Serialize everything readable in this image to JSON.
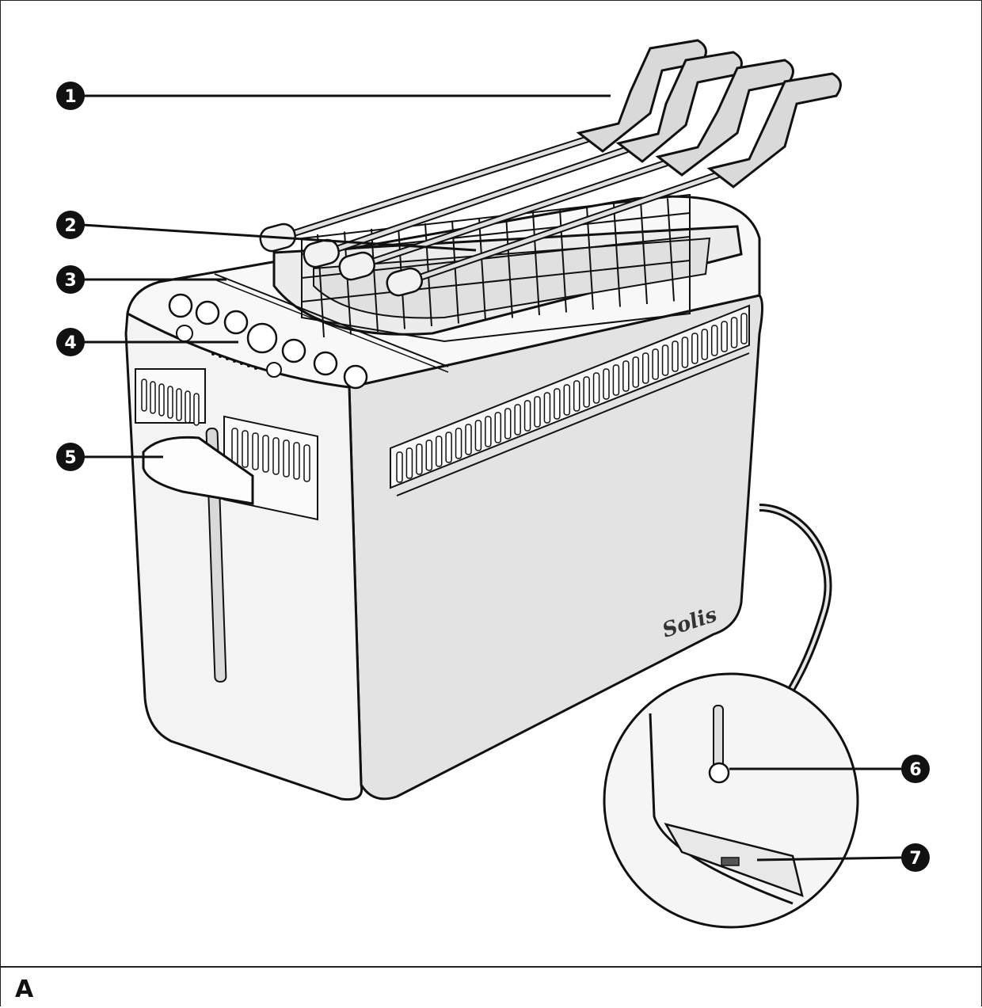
{
  "figure": {
    "caption": "A",
    "brand_logo": "Solis",
    "callouts": [
      {
        "number": "1"
      },
      {
        "number": "2"
      },
      {
        "number": "3"
      },
      {
        "number": "4"
      },
      {
        "number": "5"
      },
      {
        "number": "6"
      },
      {
        "number": "7"
      }
    ]
  },
  "colors": {
    "line": "#111111",
    "body_fill": "#e3e3e3",
    "front_fill": "#f3f3f3",
    "top_fill": "#f8f8f8",
    "handle_fill": "#d6d6d6",
    "callout_fill": "#111111"
  }
}
